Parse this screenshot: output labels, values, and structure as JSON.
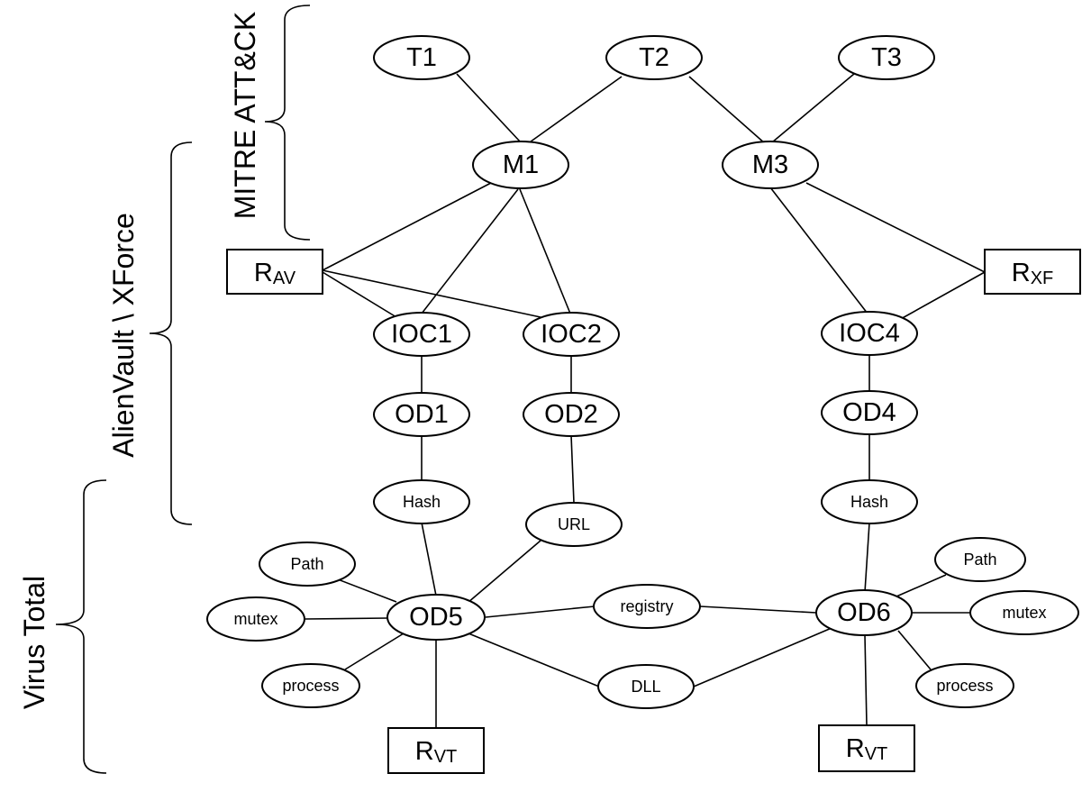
{
  "groups": {
    "mitre": "MITRE ATT&CK",
    "alienvault": "AlienVault \\ XForce",
    "virustotal": "Virus Total"
  },
  "nodes": {
    "t1": "T1",
    "t2": "T2",
    "t3": "T3",
    "m1": "M1",
    "m3": "M3",
    "ioc1": "IOC1",
    "ioc2": "IOC2",
    "ioc4": "IOC4",
    "od1": "OD1",
    "od2": "OD2",
    "od4": "OD4",
    "od5": "OD5",
    "od6": "OD6",
    "hash_left": "Hash",
    "url": "URL",
    "hash_right": "Hash",
    "path_left": "Path",
    "mutex_left": "mutex",
    "process_left": "process",
    "registry": "registry",
    "dll": "DLL",
    "path_right": "Path",
    "mutex_right": "mutex",
    "process_right": "process"
  },
  "reports": {
    "rav": {
      "main": "R",
      "sub": "AV"
    },
    "rxf": {
      "main": "R",
      "sub": "XF"
    },
    "rvt_left": {
      "main": "R",
      "sub": "VT"
    },
    "rvt_right": {
      "main": "R",
      "sub": "VT"
    }
  }
}
